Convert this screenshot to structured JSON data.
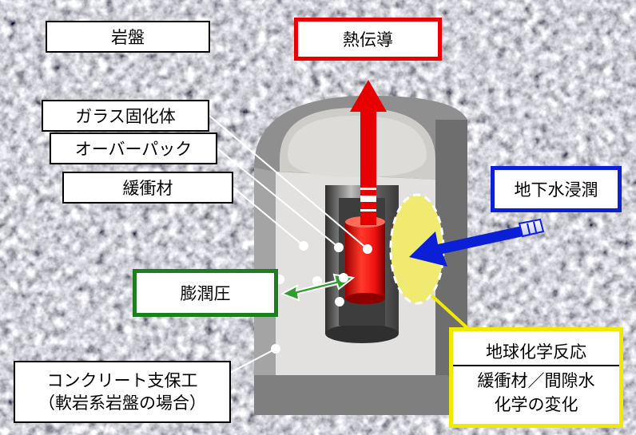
{
  "labels": {
    "bedrock": "岩盤",
    "heat_conduction": "熱伝導",
    "vitrified_waste": "ガラス固化体",
    "overpack": "オーバーパック",
    "buffer": "緩衝材",
    "groundwater_infiltration": "地下水浸潤",
    "swelling_pressure": "膨潤圧",
    "concrete_support_line1": "コンクリート支保工",
    "concrete_support_line2": "（軟岩系岩盤の場合）",
    "chem_line1": "地球化学反応",
    "chem_line2": "緩衝材／間隙水",
    "chem_line3": "化学の変化"
  },
  "colors": {
    "heat_arrow": "#e60000",
    "water_arrow": "#0a1fd6",
    "pressure_arrow": "#1e7d1e",
    "chem_highlight": "#f0ea00"
  }
}
